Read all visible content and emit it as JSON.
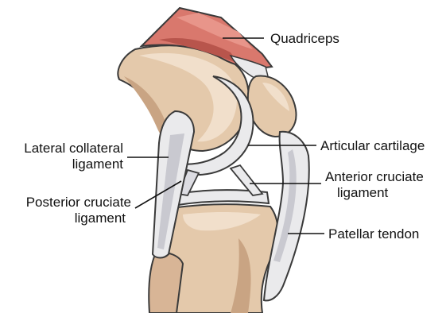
{
  "labels": {
    "quadriceps": "Quadriceps",
    "articular_cartilage": "Articular cartilage",
    "lateral_collateral_ligament": [
      "Lateral collateral",
      "ligament"
    ],
    "anterior_cruciate_ligament": [
      "Anterior cruciate",
      "ligament"
    ],
    "posterior_cruciate_ligament": [
      "Posterior cruciate",
      "ligament"
    ],
    "patellar_tendon": "Patellar tendon"
  },
  "colors": {
    "bone": "#e4c9ab",
    "bone_dark": "#c9a483",
    "bone_light": "#f1dfcb",
    "cartilage": "#eaeaec",
    "cartilage_shade": "#c9c9d0",
    "muscle": "#d9786d",
    "muscle_dark": "#b8554c",
    "outline": "#3a3a3a",
    "leader": "#111111"
  }
}
